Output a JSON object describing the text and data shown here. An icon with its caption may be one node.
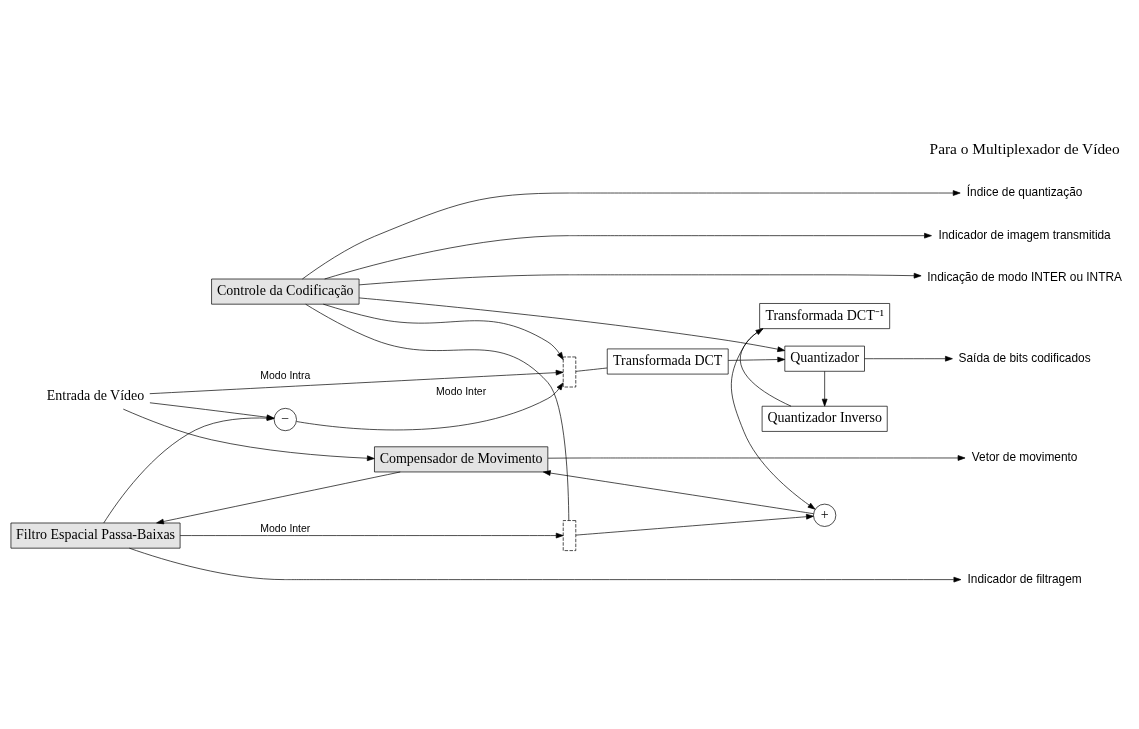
{
  "diagram": {
    "nodes": [
      {
        "text": [
          "Controle da Codificação"
        ]
      },
      {
        "text": [
          "Entrada de Vídeo"
        ]
      },
      {
        "text": [
          "−"
        ]
      },
      {
        "text": [],
        "shape": "switch"
      },
      {
        "text": [
          "Transformada DCT"
        ]
      },
      {
        "text": [
          "Quantizador"
        ]
      },
      {
        "text": [
          "Quantizador Inverso"
        ]
      },
      {
        "text": [
          "Transformada DCT⁻¹"
        ]
      },
      {
        "text": [
          "+"
        ]
      },
      {
        "text": [],
        "shape": "switch"
      },
      {
        "text": [
          "Compensador de Movimento"
        ]
      },
      {
        "text": [
          "Filtro Espacial Passa-Baixas"
        ]
      },
      {
        "text": [
          "Indicador de imagem transmitida"
        ]
      },
      {
        "text": [
          "Indicação de modo INTER ou INTRA"
        ]
      },
      {
        "text": [
          "Índice de quantização"
        ]
      },
      {
        "text": [
          "Saída de bits codificados"
        ]
      },
      {
        "text": [
          "Vetor de movimento"
        ]
      },
      {
        "text": [
          "Indicador de filtragem"
        ]
      }
    ],
    "edges": [
      {
        "from": 1,
        "to": 2,
        "arrow": "to"
      },
      {
        "from": 1,
        "to": 3,
        "arrow": "to",
        "label": "Modo Intra"
      },
      {
        "from": 2,
        "to": 3,
        "arrow": "to",
        "label": "Modo Inter"
      },
      {
        "from": 0,
        "to": 3,
        "arrow": "to"
      },
      {
        "from": 0,
        "to": 9,
        "arrow": "none"
      },
      {
        "from": 3,
        "to": 4,
        "arrow": "none"
      },
      {
        "from": 4,
        "to": 5,
        "arrow": "to"
      },
      {
        "from": 0,
        "to": 5,
        "arrow": "to"
      },
      {
        "from": 5,
        "to": 6,
        "arrow": "to"
      },
      {
        "from": 6,
        "to": 7,
        "arrow": "to"
      },
      {
        "from": 7,
        "to": 8,
        "arrow": "to"
      },
      {
        "from": 9,
        "to": 8,
        "arrow": "to"
      },
      {
        "from": 8,
        "to": 10,
        "arrow": "to"
      },
      {
        "from": 10,
        "to": 11,
        "arrow": "to"
      },
      {
        "from": 11,
        "to": 2,
        "arrow": "to"
      },
      {
        "from": 11,
        "to": 9,
        "arrow": "to",
        "label": "Modo Inter"
      },
      {
        "from": 1,
        "to": 10,
        "arrow": "to"
      },
      {
        "from": 0,
        "to": 12,
        "arrow": "to"
      },
      {
        "from": 0,
        "to": 13,
        "arrow": "to"
      },
      {
        "from": 0,
        "to": 14,
        "arrow": "to"
      },
      {
        "from": 5,
        "to": 15,
        "arrow": "to"
      },
      {
        "from": 10,
        "to": 16,
        "arrow": "to"
      },
      {
        "from": 11,
        "to": 17,
        "arrow": "to"
      }
    ],
    "labels": [
      "Para o Multiplexador de Vídeo"
    ]
  }
}
